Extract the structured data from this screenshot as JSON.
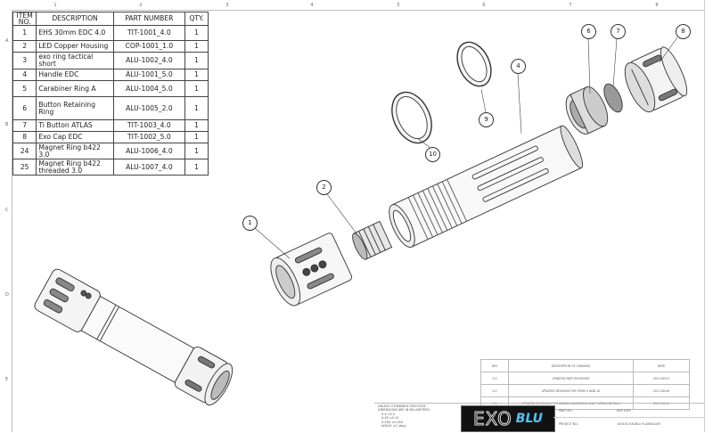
{
  "frame": {
    "columns": [
      "1",
      "2",
      "3",
      "4",
      "5",
      "6",
      "7",
      "8"
    ],
    "rows": [
      "A",
      "B",
      "C",
      "D",
      "E"
    ]
  },
  "bom": {
    "headers": {
      "item": "ITEM NO.",
      "description": "DESCRIPTION",
      "part_number": "PART NUMBER",
      "qty": "QTY."
    },
    "rows": [
      {
        "item": "1",
        "description": "EHS 30mm EDC 4.0",
        "part_number": "TIT-1001_4.0",
        "qty": "1"
      },
      {
        "item": "2",
        "description": "LED Copper Housing",
        "part_number": "COP-1001_1.0",
        "qty": "1"
      },
      {
        "item": "3",
        "description": "exo ring tactical short",
        "part_number": "ALU-1002_4.0",
        "qty": "1"
      },
      {
        "item": "4",
        "description": "Handle EDC",
        "part_number": "ALU-1001_5.0",
        "qty": "1"
      },
      {
        "item": "5",
        "description": "Carabiner Ring A",
        "part_number": "ALU-1004_5.0",
        "qty": "1"
      },
      {
        "item": "6",
        "description": "Button Retaining Ring",
        "part_number": "ALU-1005_2.0",
        "qty": "1"
      },
      {
        "item": "7",
        "description": "Ti Button ATLAS",
        "part_number": "TIT-1003_4.0",
        "qty": "1"
      },
      {
        "item": "8",
        "description": "Exo Cap EDC",
        "part_number": "TIT-1002_5.0",
        "qty": "1"
      },
      {
        "item": "24",
        "description": "Magnet Ring b422 3.0",
        "part_number": "ALU-1006_4.0",
        "qty": "1"
      },
      {
        "item": "25",
        "description": "Magnet Ring b422 threaded 3.0",
        "part_number": "ALU-1007_4.0",
        "qty": "1"
      }
    ]
  },
  "balloons": [
    "1",
    "2",
    "4",
    "6",
    "7",
    "8",
    "9",
    "10"
  ],
  "revisions": {
    "headers": {
      "rev": "REV",
      "description": "DESCRIPTION OF CHANGES",
      "date": "DATE"
    },
    "rows": [
      {
        "rev": "3.0",
        "description": "UPDATED PART REVISIONS",
        "date": "2013.08.01"
      },
      {
        "rev": "4.0",
        "description": "UPDATED REVISION FOR ITEMS 9 AND 10",
        "date": "2013.08.06"
      },
      {
        "rev": "5.0",
        "description": "UPDATED REVISIONS FOR ADDING ANODIZING AND PLATING DETAILS",
        "date": "2013.08.10"
      }
    ]
  },
  "title_block": {
    "tolerances": [
      "UNLESS OTHERWISE SPECIFIED:",
      "DIMENSIONS ARE IN MILLIMETERS.",
      "X.X ±0.2",
      "X.XX ±0.10",
      "X.XXX ±0.050",
      "ANGLE ±2 (deg)"
    ],
    "logo": {
      "part1": "EXO",
      "part2": "BLU",
      "accent": "#4fc3f7"
    },
    "part_no_label": "PART NO.",
    "part_no": "ASY-1001",
    "project_no_label": "PROJECT NO.",
    "project_no": "100101 EXOBLU FLASHLIGHT"
  }
}
